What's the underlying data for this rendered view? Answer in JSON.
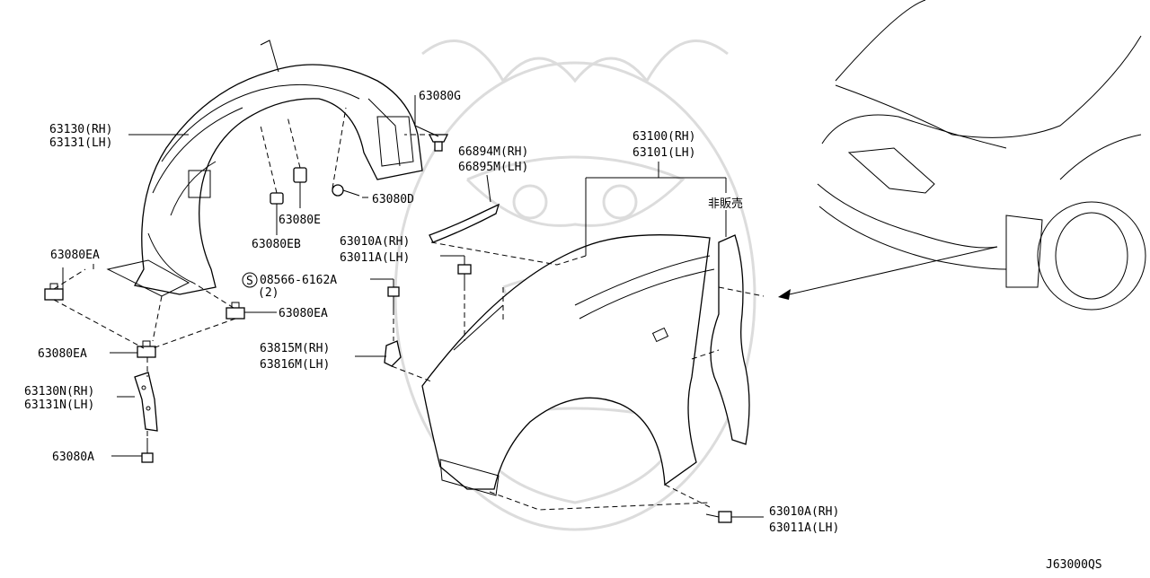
{
  "diagram_id": "J63000QS",
  "not_for_sale_label": "非販売",
  "callouts": {
    "front_fender_protector": [
      "63130(RH)",
      "63131(LH)"
    ],
    "clip_g": "63080G",
    "clip_d": "63080D",
    "clip_e": "63080E",
    "clip_eb": "63080EB",
    "clip_ea_left": "63080EA",
    "clip_ea_right": "63080EA",
    "clip_ea_lower": "63080EA",
    "protector_bracket": [
      "63130N(RH)",
      "63131N(LH)"
    ],
    "clip_a": "63080A",
    "seal": [
      "66894M(RH)",
      "66895M(LH)"
    ],
    "bolt_upper": [
      "63010A(RH)",
      "63011A(LH)"
    ],
    "screw_code": "08566-6162A",
    "screw_qty": "(2)",
    "screw_symbol": "S",
    "bracket_mid": [
      "63815M(RH)",
      "63816M(LH)"
    ],
    "front_fender": [
      "63100(RH)",
      "63101(LH)"
    ],
    "bolt_lower": [
      "63010A(RH)",
      "63011A(LH)"
    ]
  }
}
